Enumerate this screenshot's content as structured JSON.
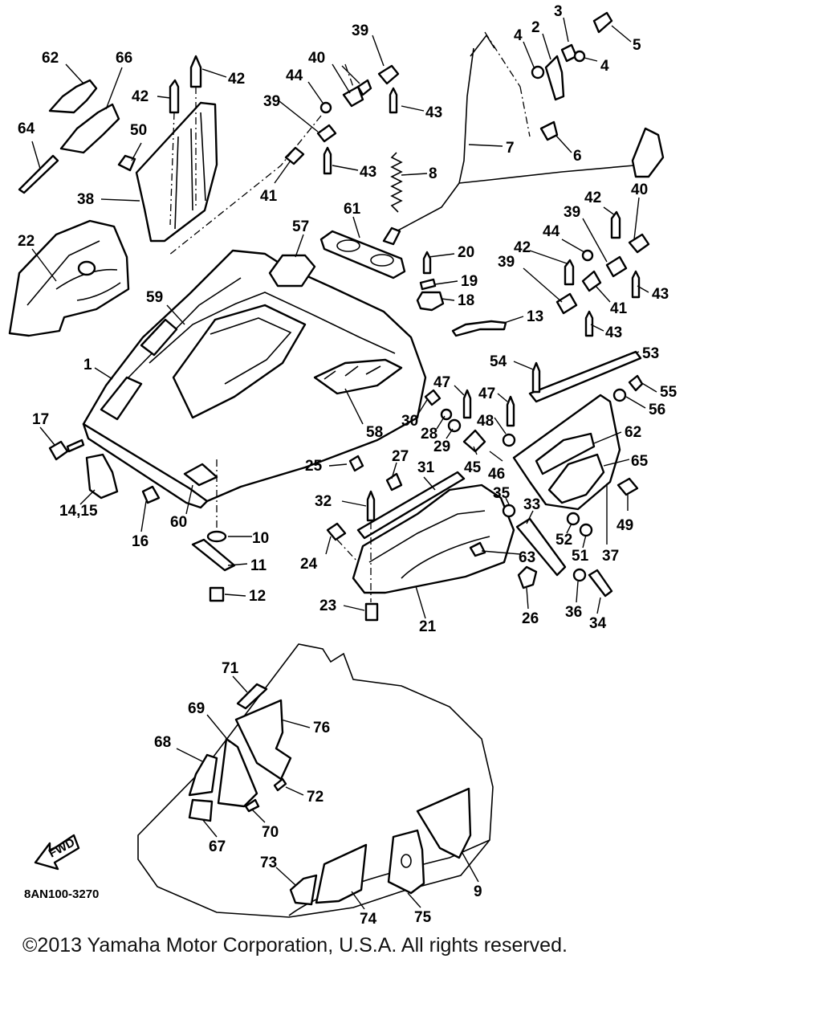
{
  "diagram": {
    "code": "8AN100-3270",
    "arrow_label": "FWD",
    "copyright": "©2013 Yamaha Motor Corporation, U.S.A. All rights reserved.",
    "callouts": [
      {
        "id": "c3",
        "label": "3"
      },
      {
        "id": "c2",
        "label": "2"
      },
      {
        "id": "c4a",
        "label": "4"
      },
      {
        "id": "c4b",
        "label": "4"
      },
      {
        "id": "c5",
        "label": "5"
      },
      {
        "id": "c39a",
        "label": "39"
      },
      {
        "id": "c40a",
        "label": "40"
      },
      {
        "id": "c62a",
        "label": "62"
      },
      {
        "id": "c66",
        "label": "66"
      },
      {
        "id": "c42a",
        "label": "42"
      },
      {
        "id": "c42b",
        "label": "42"
      },
      {
        "id": "c44a",
        "label": "44"
      },
      {
        "id": "c39b",
        "label": "39"
      },
      {
        "id": "c43a",
        "label": "43"
      },
      {
        "id": "c7",
        "label": "7"
      },
      {
        "id": "c6",
        "label": "6"
      },
      {
        "id": "c64",
        "label": "64"
      },
      {
        "id": "c50",
        "label": "50"
      },
      {
        "id": "c43b",
        "label": "43"
      },
      {
        "id": "c8",
        "label": "8"
      },
      {
        "id": "c38",
        "label": "38"
      },
      {
        "id": "c41a",
        "label": "41"
      },
      {
        "id": "c40b",
        "label": "40"
      },
      {
        "id": "c39c",
        "label": "39"
      },
      {
        "id": "c42c",
        "label": "42"
      },
      {
        "id": "c61",
        "label": "61"
      },
      {
        "id": "c57",
        "label": "57"
      },
      {
        "id": "c22",
        "label": "22"
      },
      {
        "id": "c44b",
        "label": "44"
      },
      {
        "id": "c42d",
        "label": "42"
      },
      {
        "id": "c20",
        "label": "20"
      },
      {
        "id": "c39d",
        "label": "39"
      },
      {
        "id": "c19",
        "label": "19"
      },
      {
        "id": "c43c",
        "label": "43"
      },
      {
        "id": "c18",
        "label": "18"
      },
      {
        "id": "c41b",
        "label": "41"
      },
      {
        "id": "c59",
        "label": "59"
      },
      {
        "id": "c13",
        "label": "13"
      },
      {
        "id": "c43d",
        "label": "43"
      },
      {
        "id": "c53",
        "label": "53"
      },
      {
        "id": "c1",
        "label": "1"
      },
      {
        "id": "c54",
        "label": "54"
      },
      {
        "id": "c47a",
        "label": "47"
      },
      {
        "id": "c47b",
        "label": "47"
      },
      {
        "id": "c55",
        "label": "55"
      },
      {
        "id": "c17",
        "label": "17"
      },
      {
        "id": "c30",
        "label": "30"
      },
      {
        "id": "c56",
        "label": "56"
      },
      {
        "id": "c28",
        "label": "28"
      },
      {
        "id": "c48",
        "label": "48"
      },
      {
        "id": "c58",
        "label": "58"
      },
      {
        "id": "c29",
        "label": "29"
      },
      {
        "id": "c62b",
        "label": "62"
      },
      {
        "id": "c25",
        "label": "25"
      },
      {
        "id": "c27",
        "label": "27"
      },
      {
        "id": "c31",
        "label": "31"
      },
      {
        "id": "c45",
        "label": "45"
      },
      {
        "id": "c46",
        "label": "46"
      },
      {
        "id": "c65",
        "label": "65"
      },
      {
        "id": "c1415",
        "label": "14,15"
      },
      {
        "id": "c32",
        "label": "32"
      },
      {
        "id": "c35",
        "label": "35"
      },
      {
        "id": "c33",
        "label": "33"
      },
      {
        "id": "c49",
        "label": "49"
      },
      {
        "id": "c16",
        "label": "16"
      },
      {
        "id": "c60",
        "label": "60"
      },
      {
        "id": "c10",
        "label": "10"
      },
      {
        "id": "c52",
        "label": "52"
      },
      {
        "id": "c24",
        "label": "24"
      },
      {
        "id": "c63",
        "label": "63"
      },
      {
        "id": "c51",
        "label": "51"
      },
      {
        "id": "c37",
        "label": "37"
      },
      {
        "id": "c11",
        "label": "11"
      },
      {
        "id": "c12",
        "label": "12"
      },
      {
        "id": "c23",
        "label": "23"
      },
      {
        "id": "c21",
        "label": "21"
      },
      {
        "id": "c26",
        "label": "26"
      },
      {
        "id": "c36",
        "label": "36"
      },
      {
        "id": "c34",
        "label": "34"
      },
      {
        "id": "c71",
        "label": "71"
      },
      {
        "id": "c69",
        "label": "69"
      },
      {
        "id": "c76",
        "label": "76"
      },
      {
        "id": "c68",
        "label": "68"
      },
      {
        "id": "c72",
        "label": "72"
      },
      {
        "id": "c70",
        "label": "70"
      },
      {
        "id": "c67",
        "label": "67"
      },
      {
        "id": "c73",
        "label": "73"
      },
      {
        "id": "c9",
        "label": "9"
      },
      {
        "id": "c74",
        "label": "74"
      },
      {
        "id": "c75",
        "label": "75"
      }
    ]
  }
}
